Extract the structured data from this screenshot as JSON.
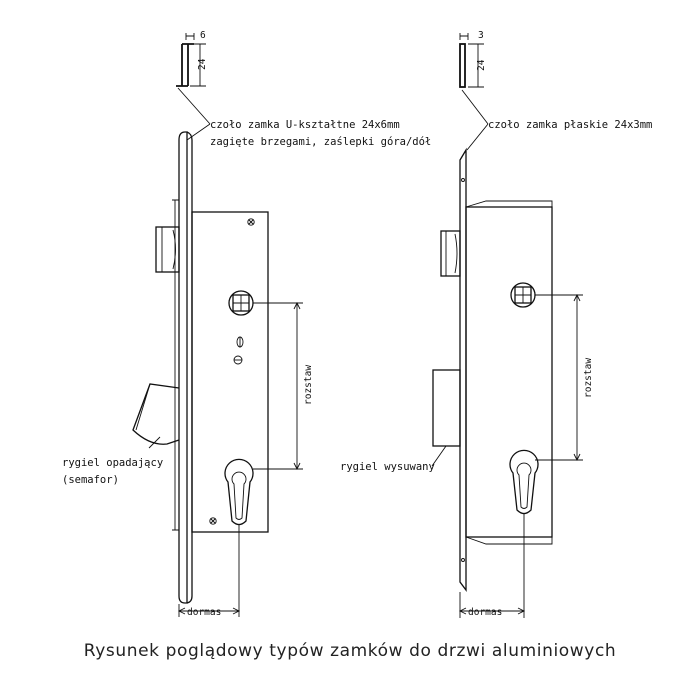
{
  "caption": "Rysunek poglądowy typów zamków do drzwi aluminiowych",
  "left_lock": {
    "profile_width": "6",
    "profile_height": "24",
    "faceplate_note_line1": "czoło zamka U-kształtne 24x6mm",
    "faceplate_note_line2": "zagięte brzegami, zaślepki góra/dół",
    "spacing_label": "rozstaw",
    "bolt_label_line1": "rygiel opadający",
    "bolt_label_line2": "(semafor)",
    "backset_label": "dormas"
  },
  "right_lock": {
    "profile_width": "3",
    "profile_height": "24",
    "faceplate_note": "czoło zamka płaskie 24x3mm",
    "spacing_label": "rozstaw",
    "bolt_label": "rygiel wysuwany",
    "backset_label": "dormas"
  }
}
